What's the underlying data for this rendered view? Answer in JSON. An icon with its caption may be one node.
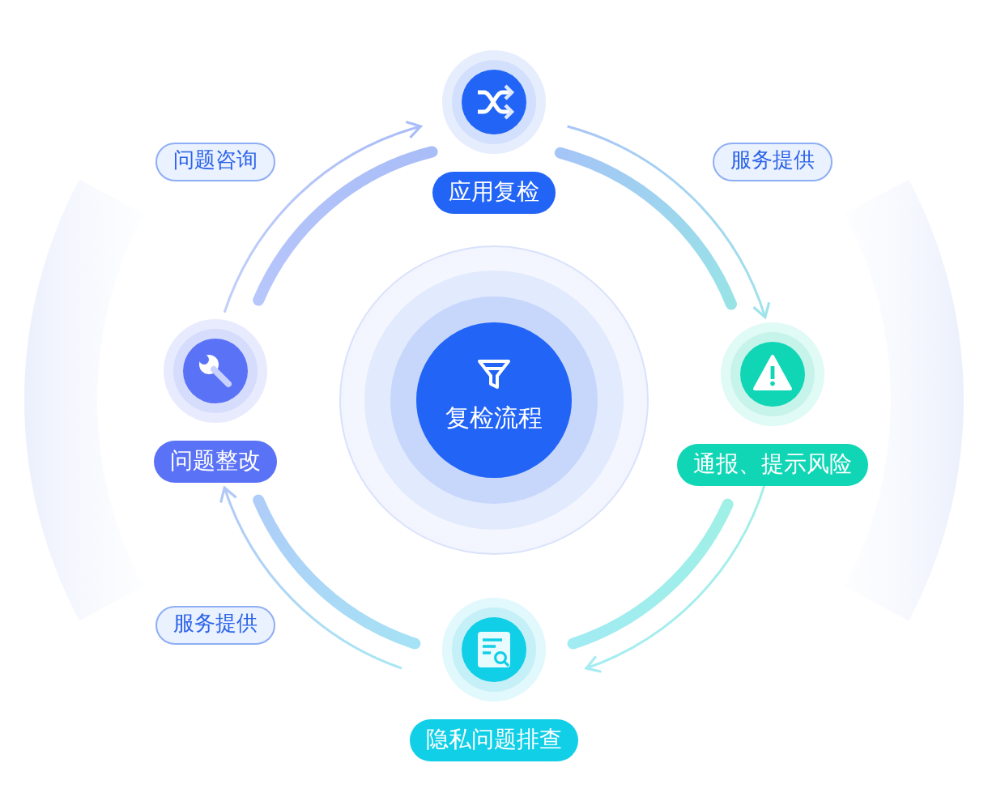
{
  "diagram": {
    "nodes": [
      {
        "text": [
          "复检流程"
        ]
      },
      {
        "text": [
          "应用复检"
        ]
      },
      {
        "text": [
          "通报、提示风险"
        ]
      },
      {
        "text": [
          "隐私问题排查"
        ]
      },
      {
        "text": [
          "问题整改"
        ]
      }
    ],
    "edges": [
      {
        "from": 4,
        "to": 1,
        "arrow": "to",
        "label": "问题咨询"
      },
      {
        "from": 1,
        "to": 2,
        "arrow": "to",
        "label": "服务提供"
      },
      {
        "from": 2,
        "to": 3,
        "arrow": "to"
      },
      {
        "from": 3,
        "to": 4,
        "arrow": "to",
        "label": "服务提供"
      }
    ]
  }
}
